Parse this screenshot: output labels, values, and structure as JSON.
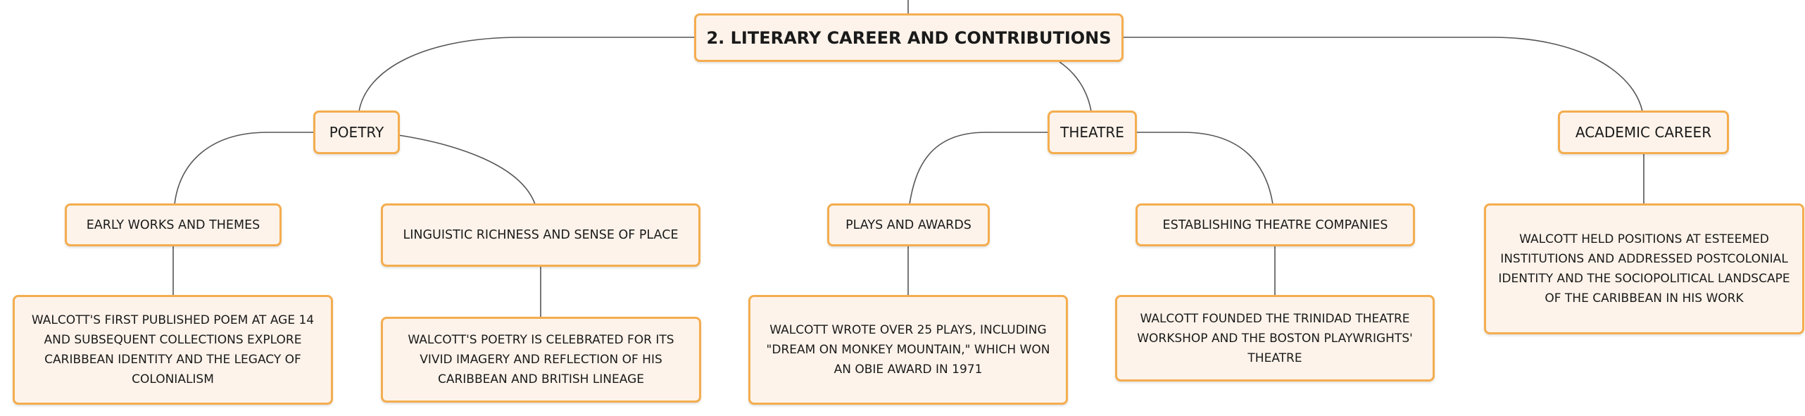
{
  "root": {
    "label": "2. LITERARY CAREER AND CONTRIBUTIONS"
  },
  "branches": {
    "poetry": {
      "label": "POETRY"
    },
    "theatre": {
      "label": "THEATRE"
    },
    "academic": {
      "label": "ACADEMIC CAREER"
    }
  },
  "topics": {
    "early_works": {
      "label": "EARLY WORKS AND THEMES"
    },
    "linguistic": {
      "label": "LINGUISTIC RICHNESS AND SENSE OF PLACE"
    },
    "plays": {
      "label": "PLAYS AND AWARDS"
    },
    "companies": {
      "label": "ESTABLISHING THEATRE COMPANIES"
    }
  },
  "details": {
    "early_works": "WALCOTT'S FIRST PUBLISHED POEM AT AGE 14 AND SUBSEQUENT COLLECTIONS EXPLORE CARIBBEAN IDENTITY AND THE LEGACY OF COLONIALISM",
    "linguistic": "WALCOTT'S POETRY IS CELEBRATED FOR ITS VIVID IMAGERY AND REFLECTION OF HIS CARIBBEAN AND BRITISH LINEAGE",
    "plays": "WALCOTT WROTE OVER 25 PLAYS, INCLUDING \"DREAM ON MONKEY MOUNTAIN,\" WHICH WON AN OBIE AWARD IN 1971",
    "companies": "WALCOTT FOUNDED THE TRINIDAD THEATRE WORKSHOP AND THE BOSTON PLAYWRIGHTS' THEATRE",
    "academic": "WALCOTT HELD POSITIONS AT ESTEEMED INSTITUTIONS AND ADDRESSED POSTCOLONIAL IDENTITY AND THE SOCIOPOLITICAL LANDSCAPE OF THE CARIBBEAN IN HIS WORK"
  },
  "colors": {
    "node_fill": "#fdf3ea",
    "node_border": "#f4ad4f",
    "connector": "#555555"
  }
}
